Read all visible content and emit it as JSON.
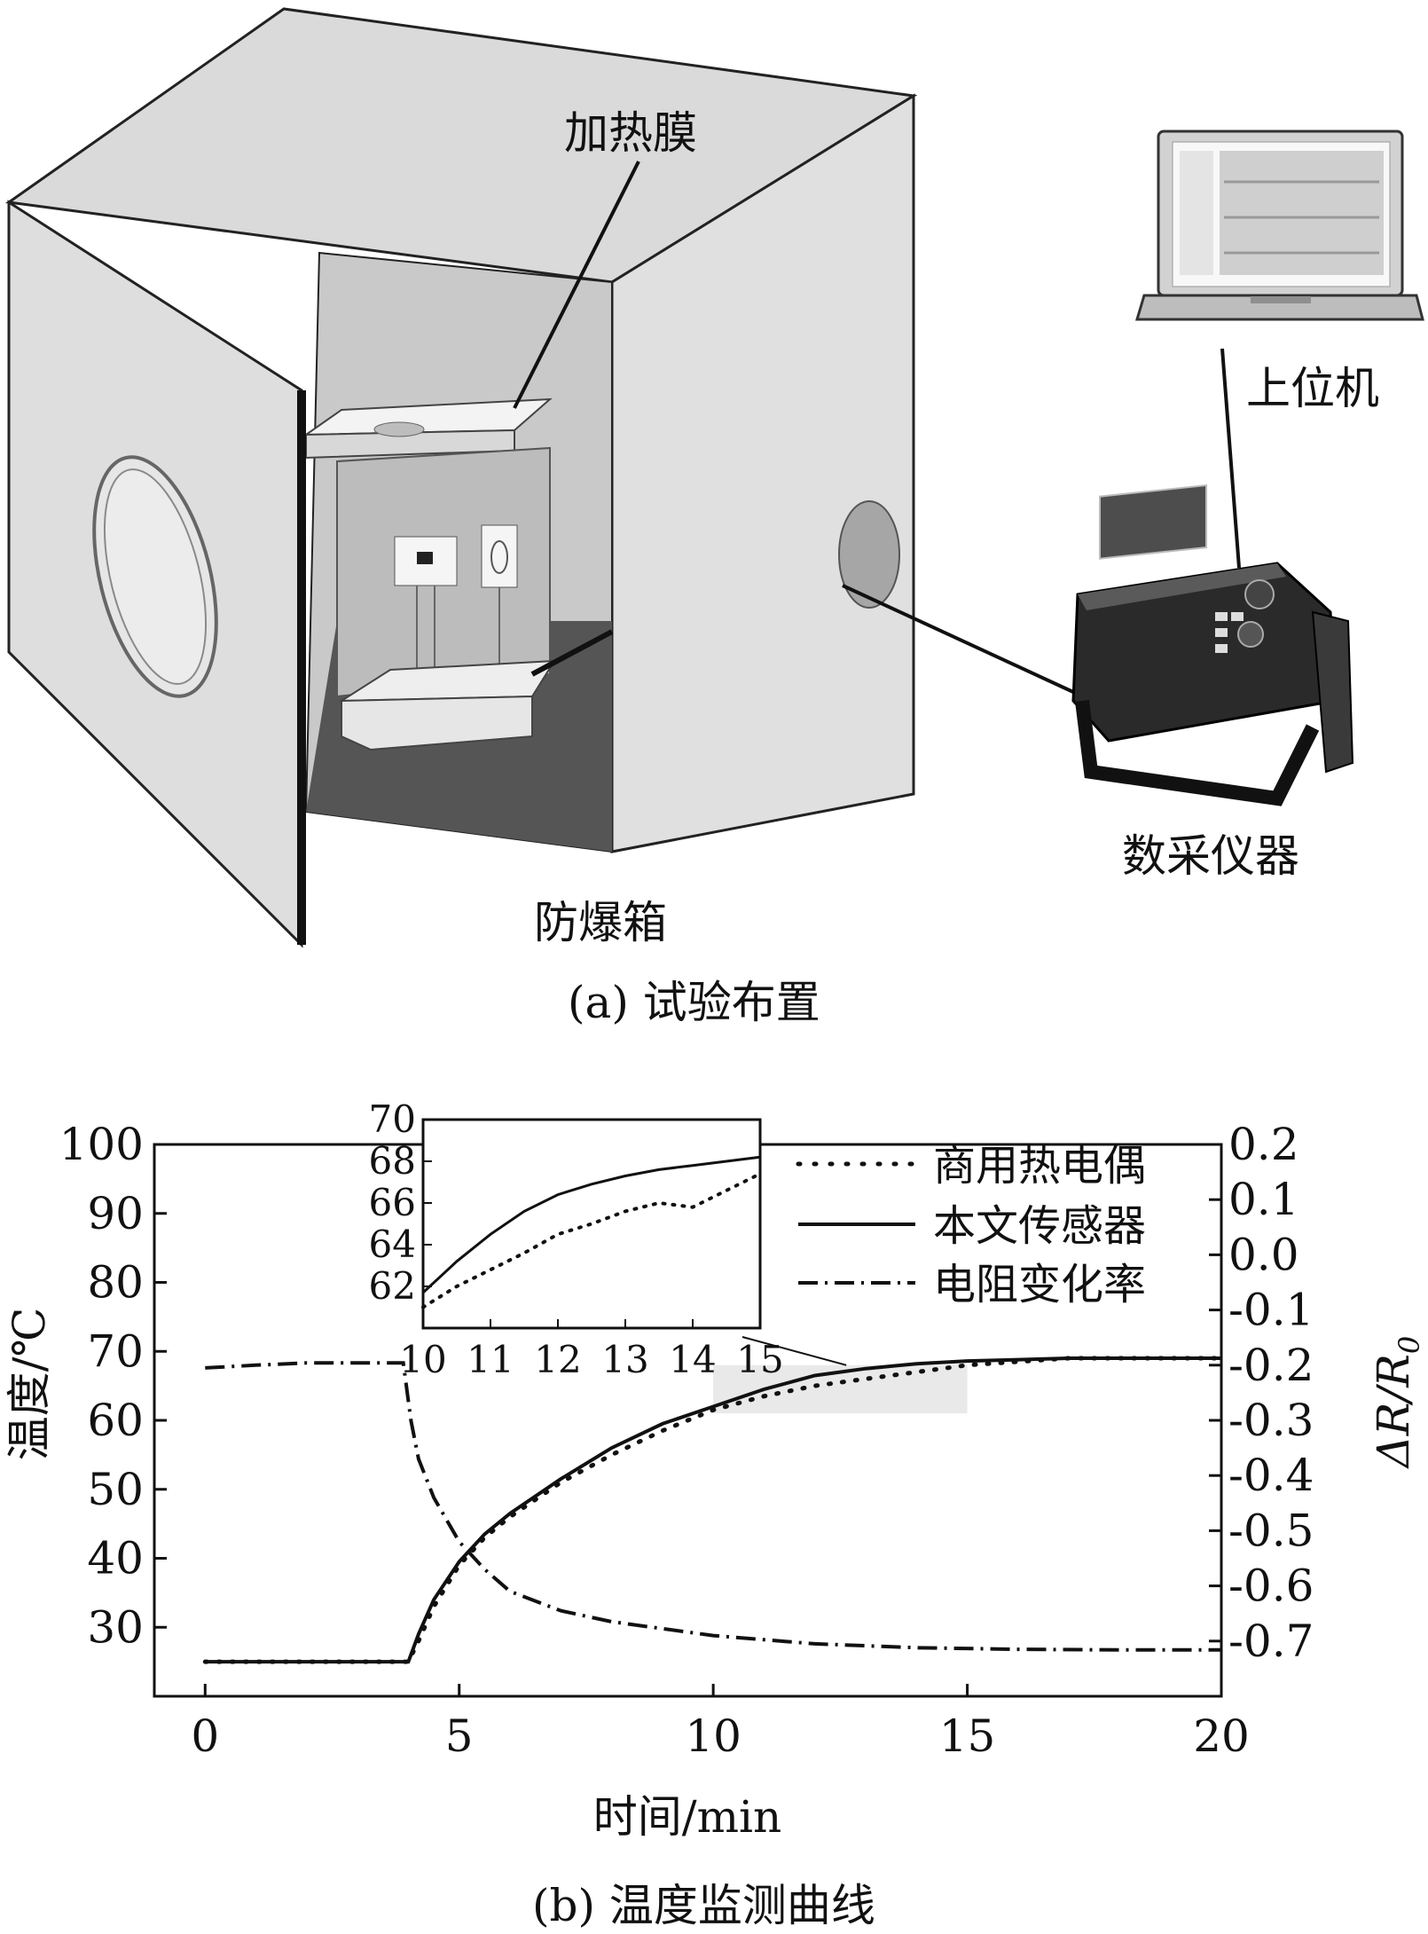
{
  "part_a": {
    "labels": {
      "heating_film": "加热膜",
      "host_pc": "上位机",
      "daq": "数采仪器",
      "explosion_box": "防爆箱"
    },
    "caption": "(a) 试验布置"
  },
  "part_b": {
    "caption": "(b) 温度监测曲线"
  },
  "chart_data": [
    {
      "type": "line",
      "xlabel": "时间/min",
      "ylabel": "温度/℃",
      "y2label": "ΔR/R0",
      "xlim": [
        -1,
        20
      ],
      "ylim": [
        20,
        100
      ],
      "y2lim": [
        -0.8,
        0.2
      ],
      "x_ticks": [
        0,
        5,
        10,
        15,
        20
      ],
      "y_ticks": [
        30,
        40,
        50,
        60,
        70,
        80,
        90,
        100
      ],
      "y2_ticks": [
        0.2,
        0.1,
        0.0,
        -0.1,
        -0.2,
        -0.3,
        -0.4,
        -0.5,
        -0.6,
        -0.7
      ],
      "y2_tick_labels": [
        "0.2",
        "0.1",
        "0.0",
        "-0.1",
        "-0.2",
        "-0.3",
        "-0.4",
        "-0.5",
        "-0.6",
        "-0.7"
      ],
      "legend_position": "top-right",
      "series": [
        {
          "name": "商用热电偶",
          "style": "dotted",
          "axis": "left",
          "x": [
            0,
            4,
            4.2,
            4.5,
            5,
            5.5,
            6,
            7,
            8,
            9,
            10,
            11,
            12,
            13,
            14,
            15,
            16,
            17,
            18,
            19,
            20
          ],
          "y": [
            25,
            25,
            28,
            33,
            39,
            43,
            46,
            51,
            55,
            58.5,
            61.5,
            63.5,
            65,
            66,
            67,
            68,
            68.5,
            69,
            69,
            69,
            69
          ]
        },
        {
          "name": "本文传感器",
          "style": "solid",
          "axis": "left",
          "x": [
            0,
            4,
            4.2,
            4.5,
            5,
            5.5,
            6,
            7,
            8,
            9,
            10,
            11,
            12,
            13,
            14,
            15,
            16,
            17,
            18,
            19,
            20
          ],
          "y": [
            25,
            25,
            29,
            34,
            39.5,
            43.5,
            46.5,
            51.5,
            56,
            59.5,
            62,
            64.5,
            66.5,
            67.5,
            68.2,
            68.6,
            68.8,
            69,
            69,
            69,
            69
          ]
        },
        {
          "name": "电阻变化率",
          "style": "dashdot",
          "axis": "right",
          "x": [
            0,
            1,
            2,
            3,
            3.9,
            4.05,
            4.2,
            4.5,
            5,
            5.5,
            6,
            7,
            8,
            10,
            12,
            14,
            16,
            18,
            20
          ],
          "y": [
            -0.205,
            -0.2,
            -0.196,
            -0.196,
            -0.196,
            -0.3,
            -0.37,
            -0.44,
            -0.52,
            -0.57,
            -0.61,
            -0.645,
            -0.665,
            -0.69,
            -0.705,
            -0.712,
            -0.715,
            -0.716,
            -0.716
          ]
        }
      ],
      "highlight_region": {
        "x": [
          10,
          15
        ],
        "y": [
          61,
          68
        ]
      }
    },
    {
      "type": "line",
      "title": "",
      "xlim": [
        10,
        15
      ],
      "ylim": [
        60,
        70
      ],
      "x_ticks": [
        10,
        11,
        12,
        13,
        14,
        15
      ],
      "y_ticks": [
        62,
        64,
        66,
        68,
        70
      ],
      "series": [
        {
          "name": "本文传感器",
          "style": "solid",
          "x": [
            10,
            10.5,
            11,
            11.5,
            12,
            12.5,
            13,
            13.5,
            14,
            14.5,
            15
          ],
          "y": [
            61.7,
            63.2,
            64.5,
            65.6,
            66.4,
            66.9,
            67.3,
            67.6,
            67.8,
            68.0,
            68.2
          ]
        },
        {
          "name": "商用热电偶",
          "style": "dotted",
          "x": [
            10,
            10.5,
            11,
            11.5,
            12,
            12.5,
            13,
            13.5,
            14,
            14.5,
            15
          ],
          "y": [
            61.0,
            62.0,
            62.8,
            63.6,
            64.5,
            65.0,
            65.6,
            66.0,
            65.8,
            66.6,
            67.4
          ]
        }
      ]
    }
  ]
}
